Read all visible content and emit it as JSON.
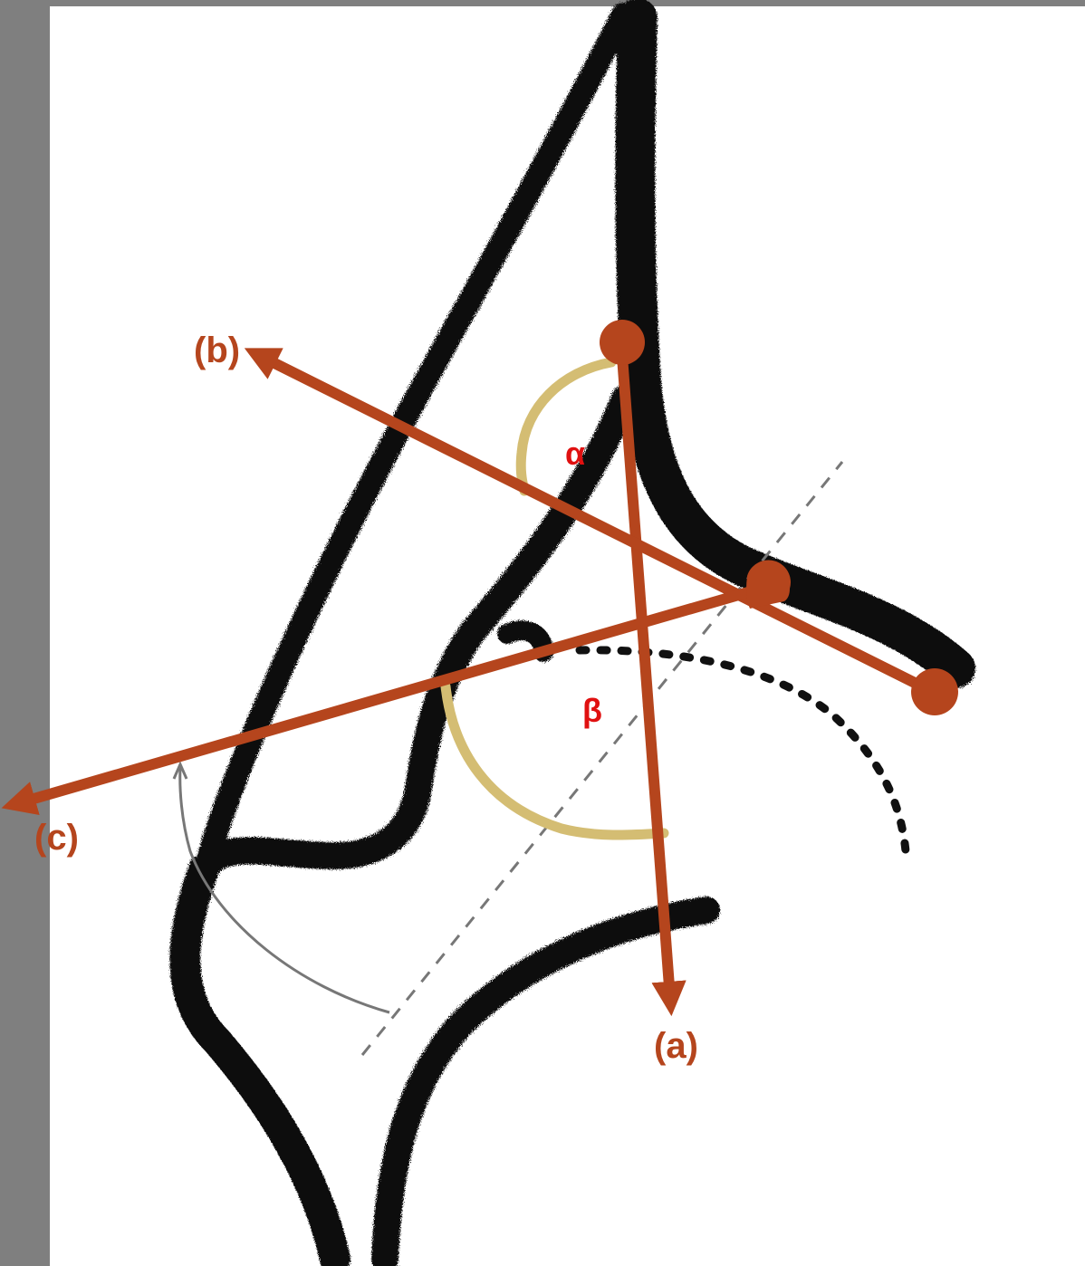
{
  "diagram": {
    "labels": {
      "axis_a": "(a)",
      "axis_b": "(b)",
      "axis_c": "(c)",
      "angle_alpha": "α",
      "angle_beta": "β"
    },
    "colors": {
      "frame": "#7f7f7f",
      "axis": "#b5451d",
      "arc": "#d4bd73",
      "angle_label": "#e01010",
      "sketch": "#111111",
      "guide": "#777777"
    }
  }
}
